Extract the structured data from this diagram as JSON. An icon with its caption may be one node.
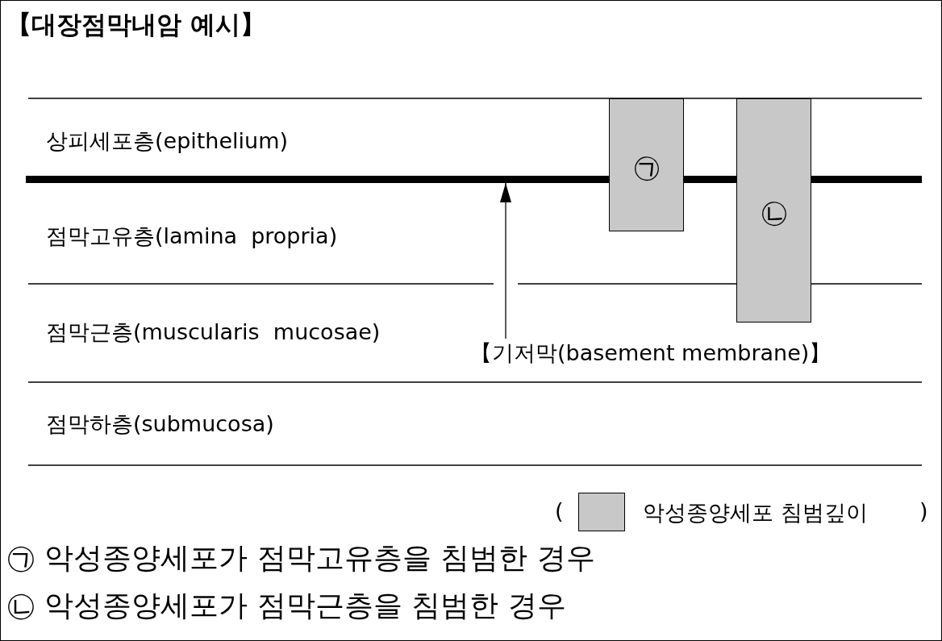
{
  "diagram": {
    "title": "【대장점막내암 예시】",
    "nodes": [
      {
        "text": [
          "㉠"
        ]
      },
      {
        "text": [
          "㉡"
        ]
      },
      {
        "text": [
          "【기저막(basement membrane)】"
        ]
      },
      {
        "text": [],
        "shape": "bar"
      }
    ],
    "edges": [
      {
        "from": 2,
        "to": 3,
        "arrow": "to"
      }
    ],
    "labels": [
      "상피세포층(epithelium)",
      "점막고유층(lamina  propria)",
      "점막근층(muscularis  mucosae)",
      "점막하층(submucosa)",
      "(",
      ")",
      "㉠ 악성종양세포가 점막고유층을 침범한 경우",
      "㉡ 악성종양세포가 점막근층을 침범한 경우"
    ],
    "legend": [
      {
        "text": "악성종양세포 침범깊이",
        "color": "#c8c8c8"
      }
    ]
  }
}
